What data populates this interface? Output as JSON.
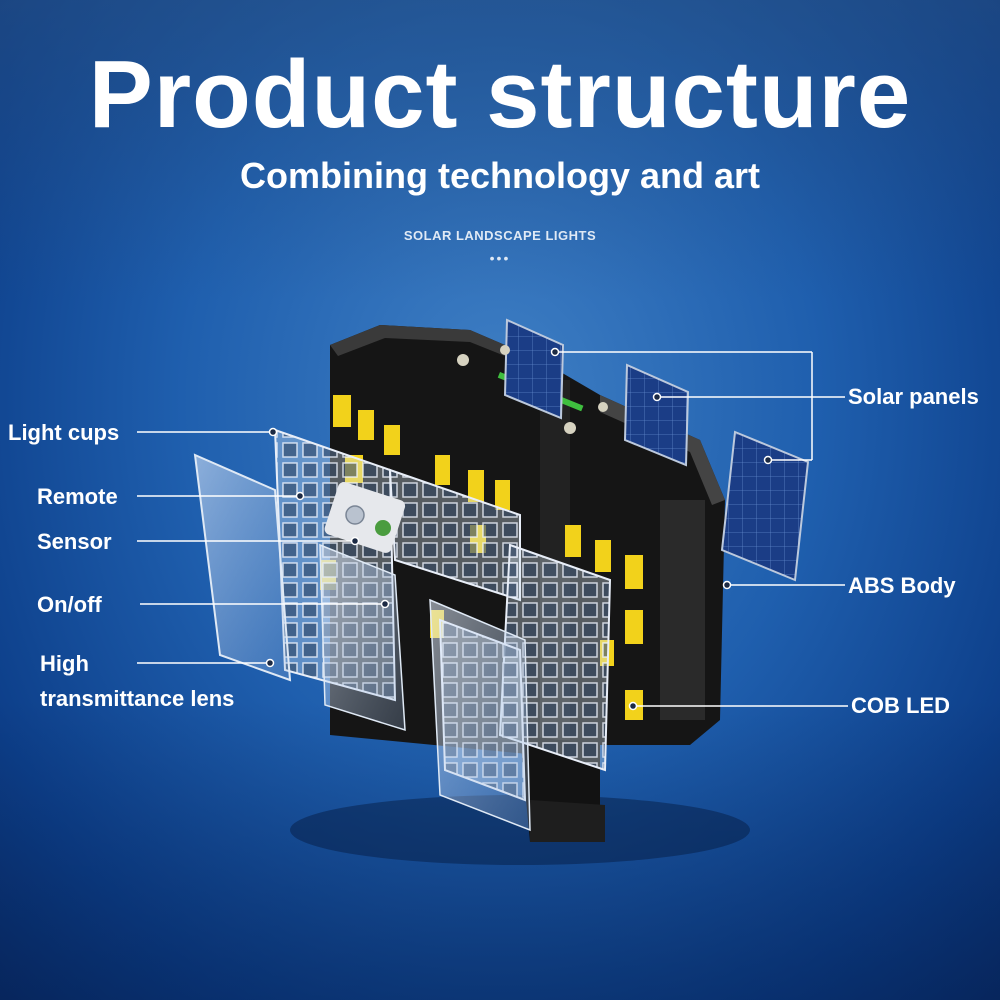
{
  "header": {
    "title": "Product structure",
    "subtitle": "Combining technology and art",
    "tagline": "SOLAR LANDSCAPE LIGHTS",
    "dots": "•••"
  },
  "labels": {
    "light_cups": "Light cups",
    "remote": "Remote",
    "sensor": "Sensor",
    "on_off": "On/off",
    "high": "High",
    "transmittance_lens": "transmittance lens",
    "solar_panels": "Solar panels",
    "abs_body": "ABS Body",
    "cob_led": "COB LED"
  },
  "colors": {
    "led_yellow": "#f2d21b",
    "panel_blue": "#1b3d86",
    "body_black": "#151515",
    "line_white": "#ffffff"
  }
}
